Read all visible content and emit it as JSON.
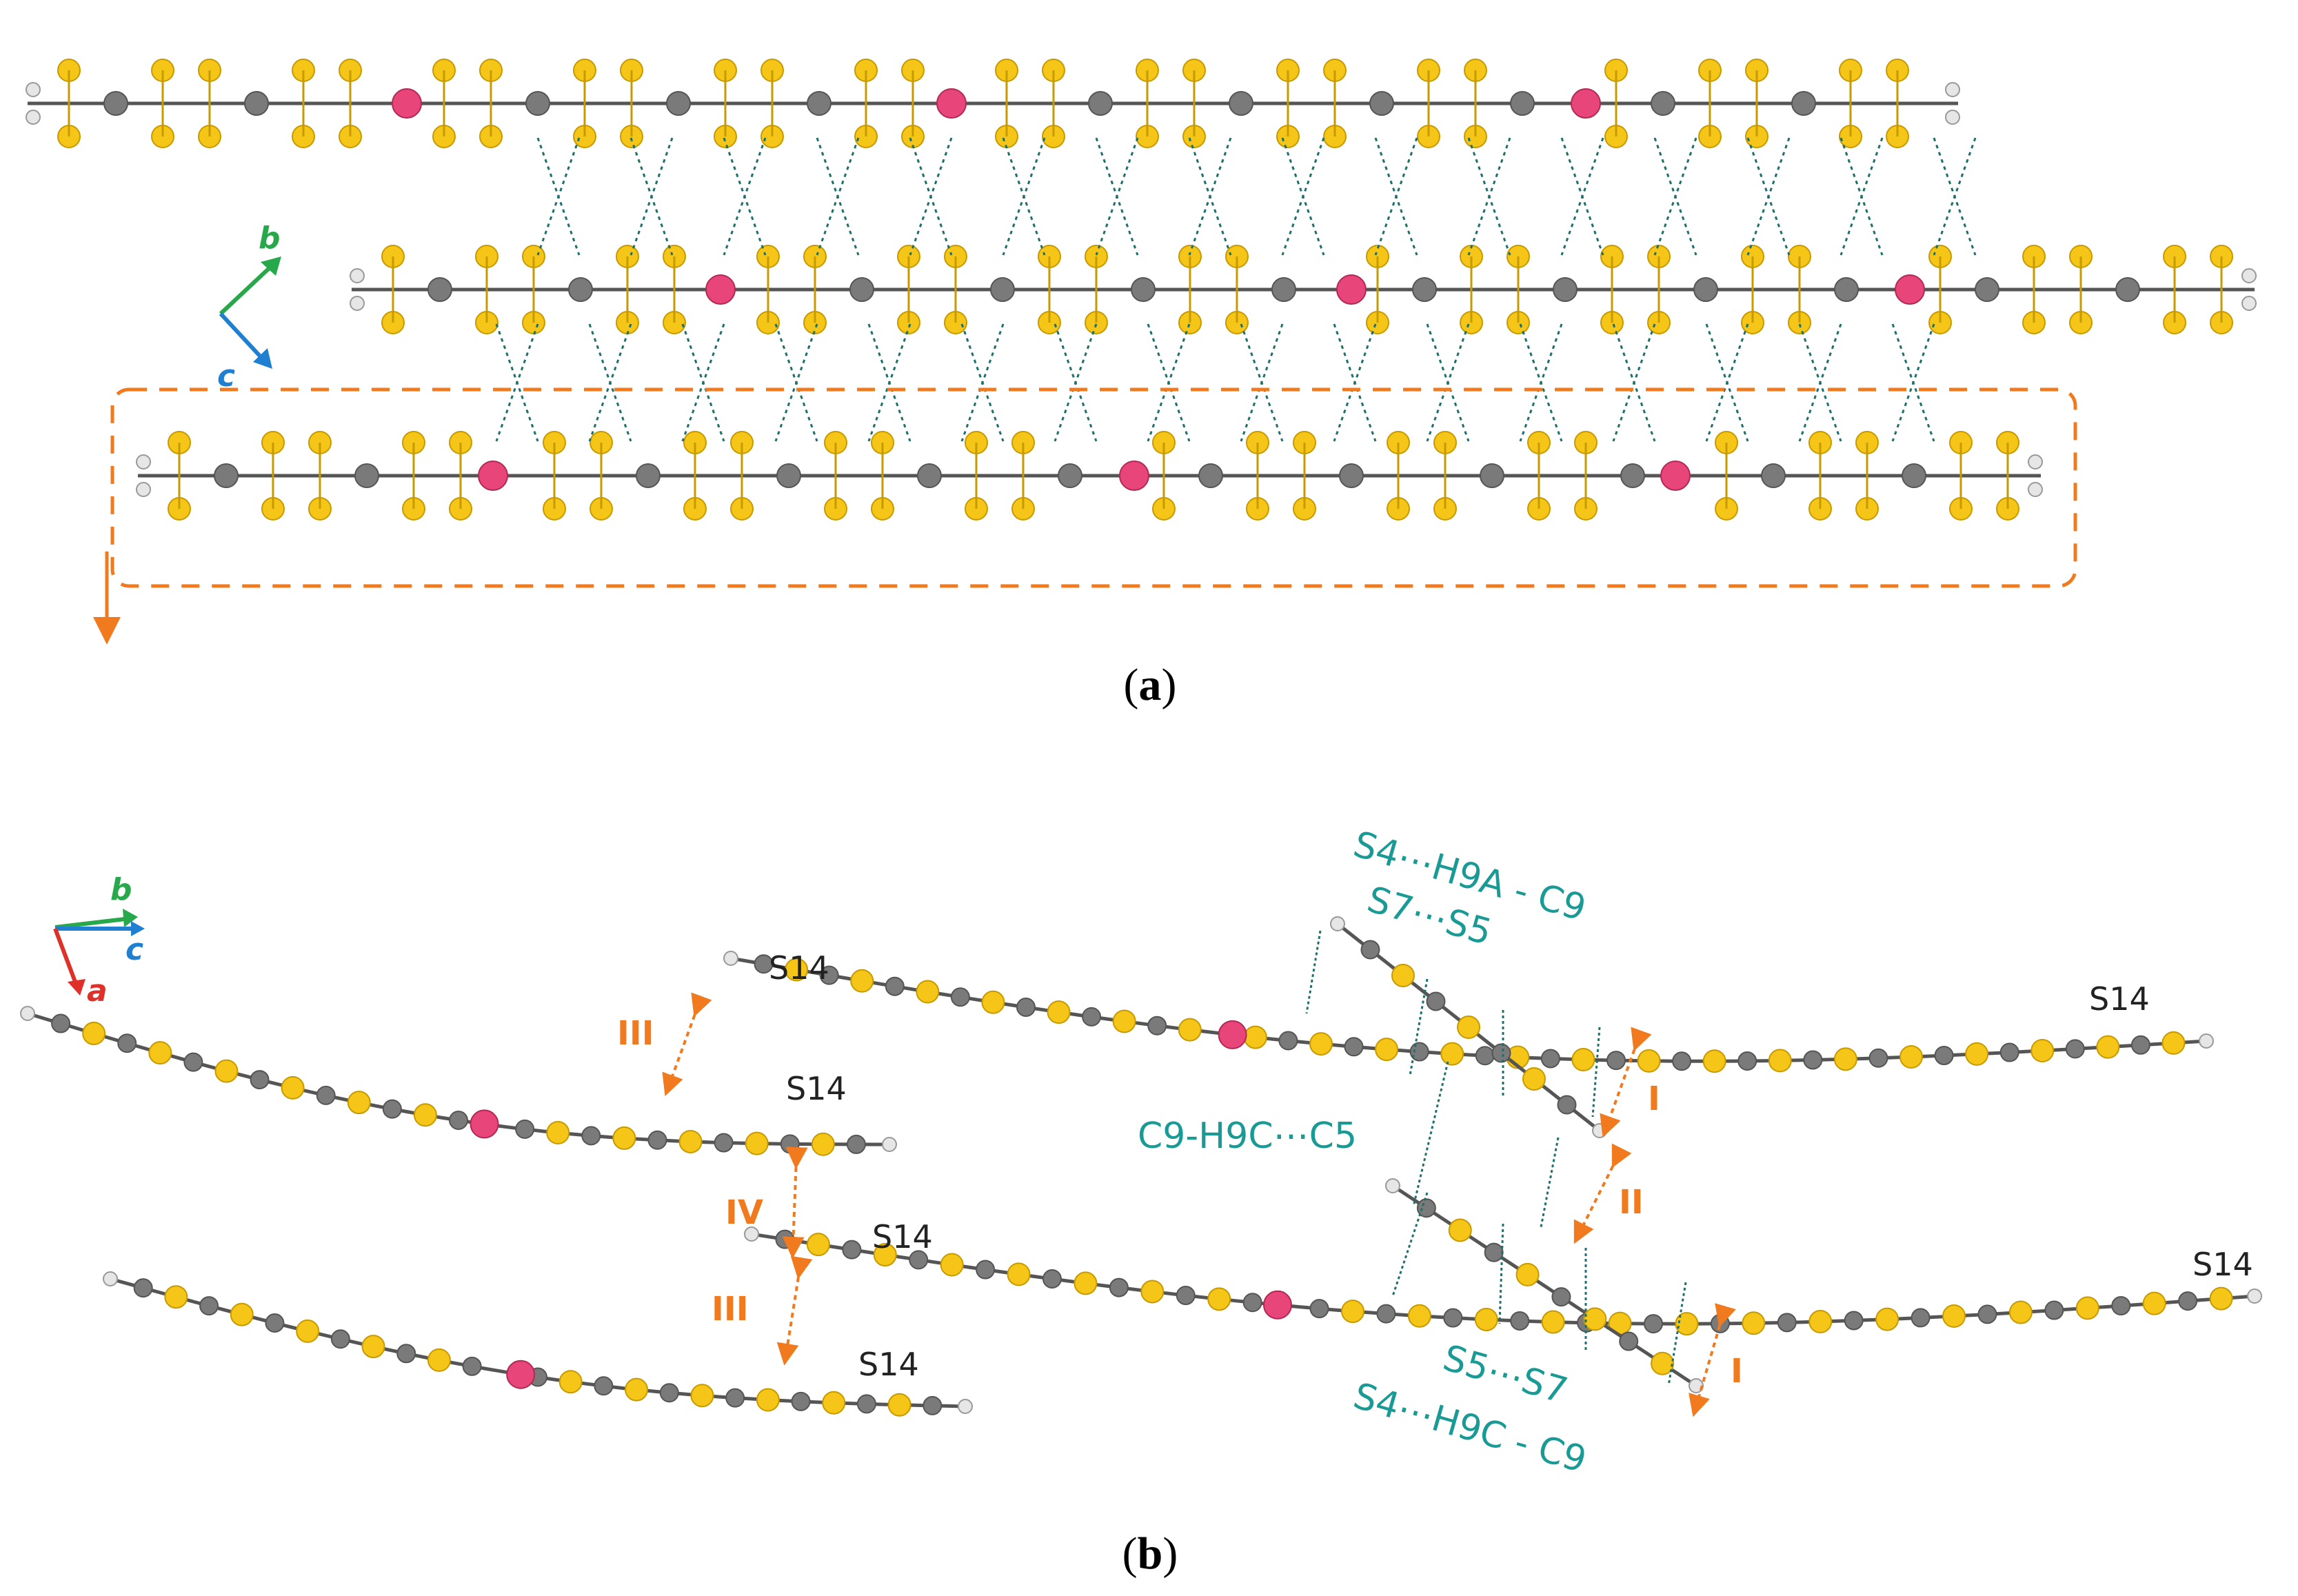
{
  "figure": {
    "panel_a": {
      "label_open": "(",
      "label_letter": "a",
      "label_close": ")"
    },
    "panel_b": {
      "label_open": "(",
      "label_letter": "b",
      "label_close": ")"
    }
  },
  "axes_a": {
    "b": "b",
    "c": "c"
  },
  "axes_b": {
    "a": "a",
    "b": "b",
    "c": "c"
  },
  "atom_labels": {
    "s14": "S14"
  },
  "interactions": {
    "top_1": "S4⋯H9A - C9",
    "top_2": "S7⋯S5",
    "middle": "C9-H9C⋯C5",
    "bottom_1": "S5⋯S7",
    "bottom_2": "S4⋯H9C - C9"
  },
  "stack_labels": {
    "I": "I",
    "II": "II",
    "III": "III",
    "IV": "IV"
  },
  "colors": {
    "sulfur": "#f5c518",
    "sulfur_edge": "#c79a00",
    "carbon": "#7a7a7a",
    "hydrogen": "#e6e6e6",
    "metal": "#e8457a",
    "contact": "#1f6f6a",
    "annotation": "#1a9a94",
    "highlight": "#f07a1d",
    "axis_a": "#e0302a",
    "axis_b": "#27a84a",
    "axis_c": "#1f7fd0"
  }
}
